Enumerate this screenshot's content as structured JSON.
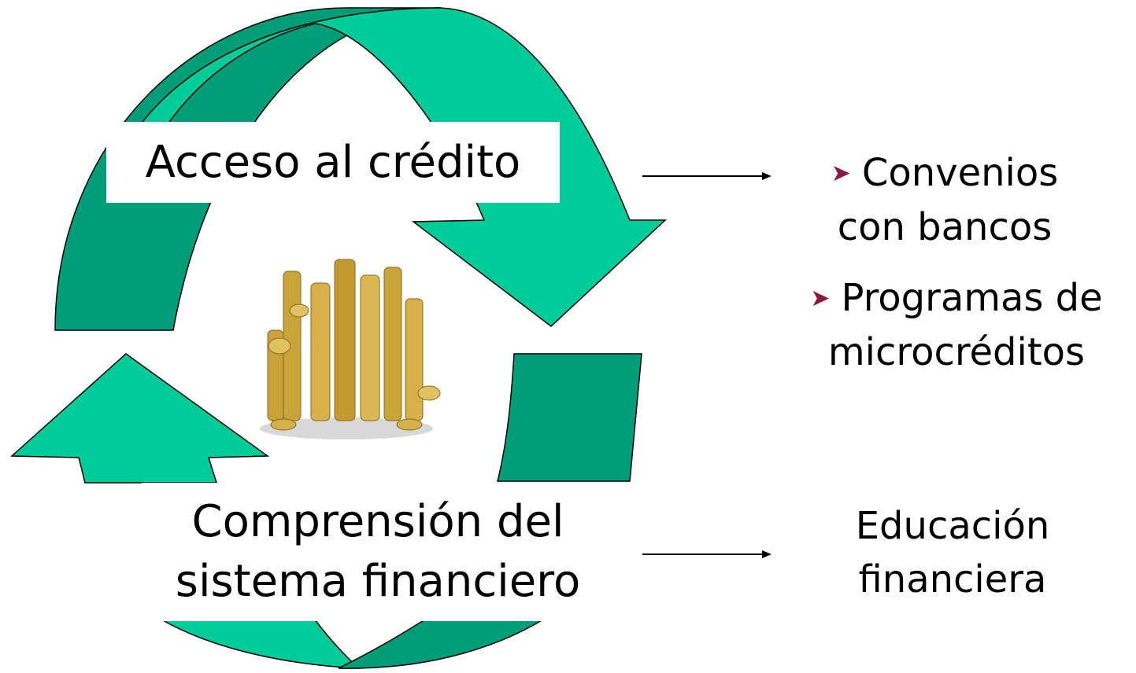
{
  "colors": {
    "arrow_light": "#00cc99",
    "arrow_dark": "#009e78",
    "bullet": "#8b1a3e",
    "coin_gold": "#c9a43a"
  },
  "top_label": "Acceso al crédito",
  "bottom_label": {
    "line1": "Comprensión del",
    "line2": "sistema financiero"
  },
  "bullets": [
    {
      "line1": "Convenios",
      "line2": "con bancos"
    },
    {
      "line1": "Programas de",
      "line2": "microcréditos"
    }
  ],
  "bullet_icon": "arrow-bullet-icon",
  "education": {
    "line1": "Educación",
    "line2": "financiera"
  },
  "center_image": "coins-stack-image"
}
